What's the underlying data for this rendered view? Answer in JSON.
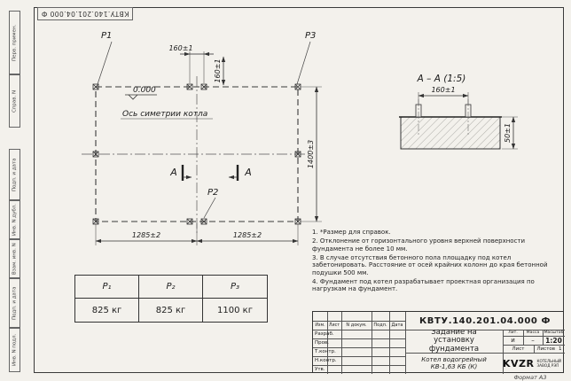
{
  "frame": {
    "top_designation": "КВТУ.140.201.04.000 Ф",
    "format_note": "Формат А3"
  },
  "margin_stamps": [
    "Перв. примен.",
    "Справ. N",
    "Подп. и дата",
    "Инв. N дубл.",
    "Взам. инв. N",
    "Подп. и дата",
    "Инв. N подл."
  ],
  "plan": {
    "p1": "P1",
    "p2": "P2",
    "p3": "P3",
    "elevation": "0.000",
    "axis_label": "Ось симетрии котла",
    "dim_top_h": "160±1",
    "dim_top_v": "160±1",
    "dim_right": "1400±3",
    "dim_bottom_left": "1285±2",
    "dim_bottom_right": "1285±2",
    "section_letter": "А"
  },
  "section_view": {
    "title": "А – А (1:5)",
    "dim_width": "160±1",
    "dim_height": "50±1"
  },
  "notes": [
    "1. *Размер для справок.",
    "2. Отклонение от горизонтального уровня верхней поверхности фундамента не более 10 мм.",
    "3. В случае отсутствия бетонного пола площадку под котел забетонировать. Расстояние от осей крайних колонн до края бетонной подушки 500 мм.",
    "4. Фундамент под котел разрабатывает проектная организация по нагрузкам на фундамент."
  ],
  "load_table": {
    "headers": [
      "Р₁",
      "Р₂",
      "Р₃"
    ],
    "values": [
      "825 кг",
      "825 кг",
      "1100 кг"
    ]
  },
  "title_block": {
    "designation": "КВТУ.140.201.04.000 Ф",
    "doc_title": "Задание на установку фундамента",
    "product": "Котел водогрейный КВ-1,63 КБ (К)",
    "col_izm": "Изм.",
    "col_list": "Лист",
    "col_doc": "N докум.",
    "col_sign": "Подп.",
    "col_date": "Дата",
    "roles": [
      "Разраб.",
      "Пров.",
      "Т.контр.",
      "Н.контр.",
      "Утв."
    ],
    "lit_label": "Лит.",
    "mass_label": "Масса",
    "scale_label": "Масштаб",
    "lit_value": "и",
    "mass_value": "–",
    "scale_value": "1:20",
    "sheet_label": "Лист",
    "sheets_label": "Листов",
    "sheets_value": "1",
    "logo_text": "KVZR",
    "company": "КОТЕЛЬНЫЙ ЗАВОД РЭП"
  }
}
